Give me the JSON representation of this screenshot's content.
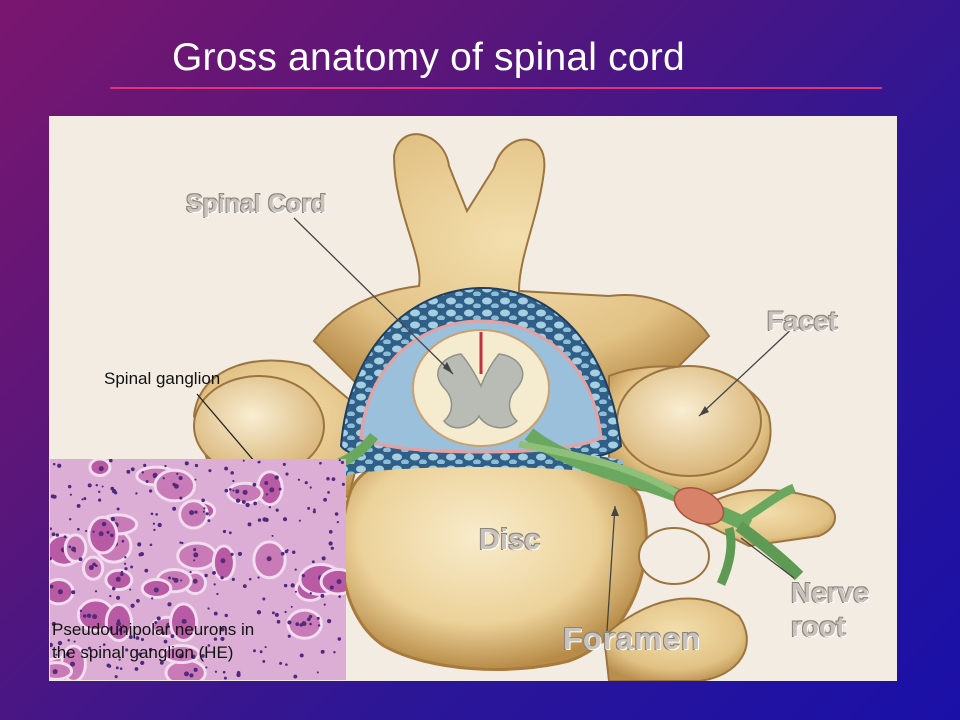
{
  "title": "Gross anatomy of spinal cord",
  "labels": {
    "spinal_cord": "Spinal Cord",
    "facet": "Facet",
    "disc": "Disc",
    "foramen": "Foramen",
    "nerve_root_line1": "Nerve",
    "nerve_root_line2": "root",
    "spinal_ganglion": "Spinal ganglion"
  },
  "inset": {
    "caption_line1": "Pseudounipolar neurons in",
    "caption_line2": "the spinal ganglion (HE)"
  },
  "colors": {
    "background_start": "#7a1670",
    "background_end": "#1a10a8",
    "title_rule": "#e0337a",
    "bone": "#e8cc8e",
    "nerve_green": "#6aa860",
    "stain_pink": "#c46aae"
  }
}
